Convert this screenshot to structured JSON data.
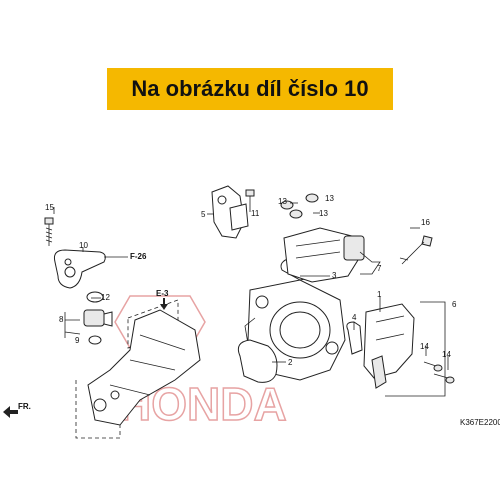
{
  "banner": {
    "text": "Na obrázku díl číslo 10"
  },
  "callouts": {
    "c15": "15",
    "c10": "10",
    "c12": "12",
    "c8": "8",
    "c9": "9",
    "c5": "5",
    "c11": "11",
    "c13a": "13",
    "c13b": "13",
    "c13c": "13",
    "c16": "16",
    "c7": "7",
    "c3": "3",
    "c1": "1",
    "c6": "6",
    "c4": "4",
    "c2": "2",
    "c14a": "14",
    "c14b": "14"
  },
  "refs": {
    "f26": "F-26",
    "e3": "E-3",
    "fr": "FR."
  },
  "code": "K367E2200",
  "watermark": "HONDA",
  "colors": {
    "banner": "#f5b800",
    "watermark": "#e7a3a3"
  }
}
